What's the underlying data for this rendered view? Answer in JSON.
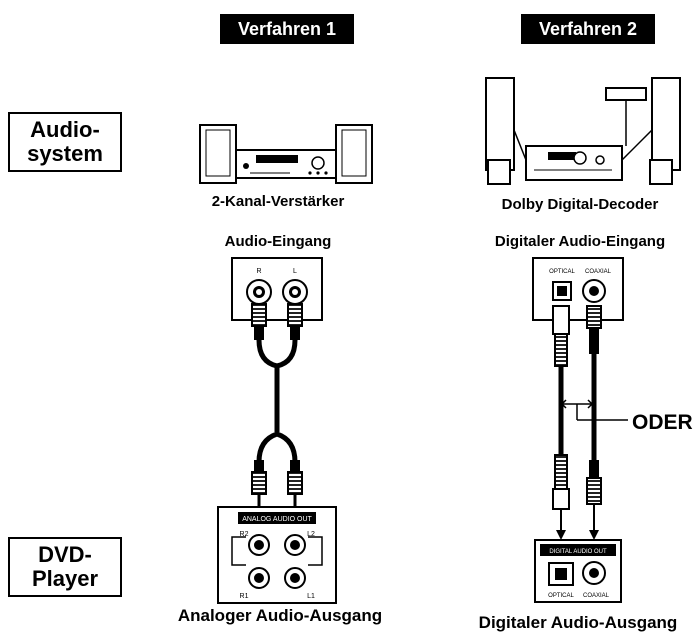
{
  "headers": {
    "method1": "Verfahren 1",
    "method2": "Verfahren 2"
  },
  "side_labels": {
    "audio_system": "Audio-\nsystem",
    "dvd_player": "DVD-\nPlayer"
  },
  "method1": {
    "device": "2-Kanal-Verstärker",
    "input": "Audio-Eingang",
    "jack_r": "R",
    "jack_l": "L",
    "panel_title": "ANALOG AUDIO OUT",
    "r2": "R2",
    "l2": "L2",
    "r1": "R1",
    "l1": "L1",
    "output": "Analoger Audio-Ausgang"
  },
  "method2": {
    "device": "Dolby Digital-Decoder",
    "input": "Digitaler Audio-Eingang",
    "jack_optical": "OPTICAL",
    "jack_coaxial": "COAXIAL",
    "or_label": "ODER",
    "panel_title": "DIGITAL AUDIO OUT",
    "out_optical": "OPTICAL",
    "out_coaxial": "COAXIAL",
    "output": "Digitaler Audio-Ausgang"
  }
}
